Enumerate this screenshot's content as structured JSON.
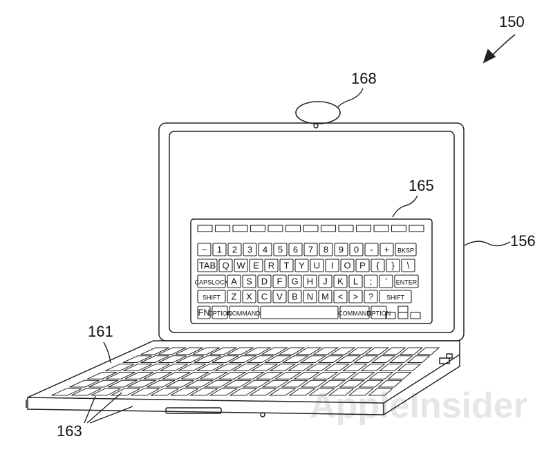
{
  "labels": {
    "laptop": "150",
    "camera": "168",
    "virtual_keyboard": "165",
    "display": "156",
    "keyboard": "161",
    "keys": "163"
  },
  "watermark": "AppleInsider",
  "virtual_keyboard": {
    "rows": [
      [
        "~",
        "1",
        "2",
        "3",
        "4",
        "5",
        "6",
        "7",
        "8",
        "9",
        "0",
        "-",
        "+",
        "BKSP"
      ],
      [
        "TAB",
        "Q",
        "W",
        "E",
        "R",
        "T",
        "Y",
        "U",
        "I",
        "O",
        "P",
        "{",
        "}",
        "\\"
      ],
      [
        "CAPSLOCK",
        "A",
        "S",
        "D",
        "F",
        "G",
        "H",
        "J",
        "K",
        "L",
        ";",
        "'",
        "ENTER"
      ],
      [
        "SHIFT",
        "Z",
        "X",
        "C",
        "V",
        "B",
        "N",
        "M",
        "<",
        ">",
        "?",
        "SHIFT"
      ],
      [
        "FN",
        "OPTION",
        "COMMAND",
        "",
        "COMMAND",
        "OPTION"
      ]
    ]
  },
  "colors": {
    "line": "#222222",
    "watermark": "#e6e6e6",
    "background": "#ffffff"
  }
}
